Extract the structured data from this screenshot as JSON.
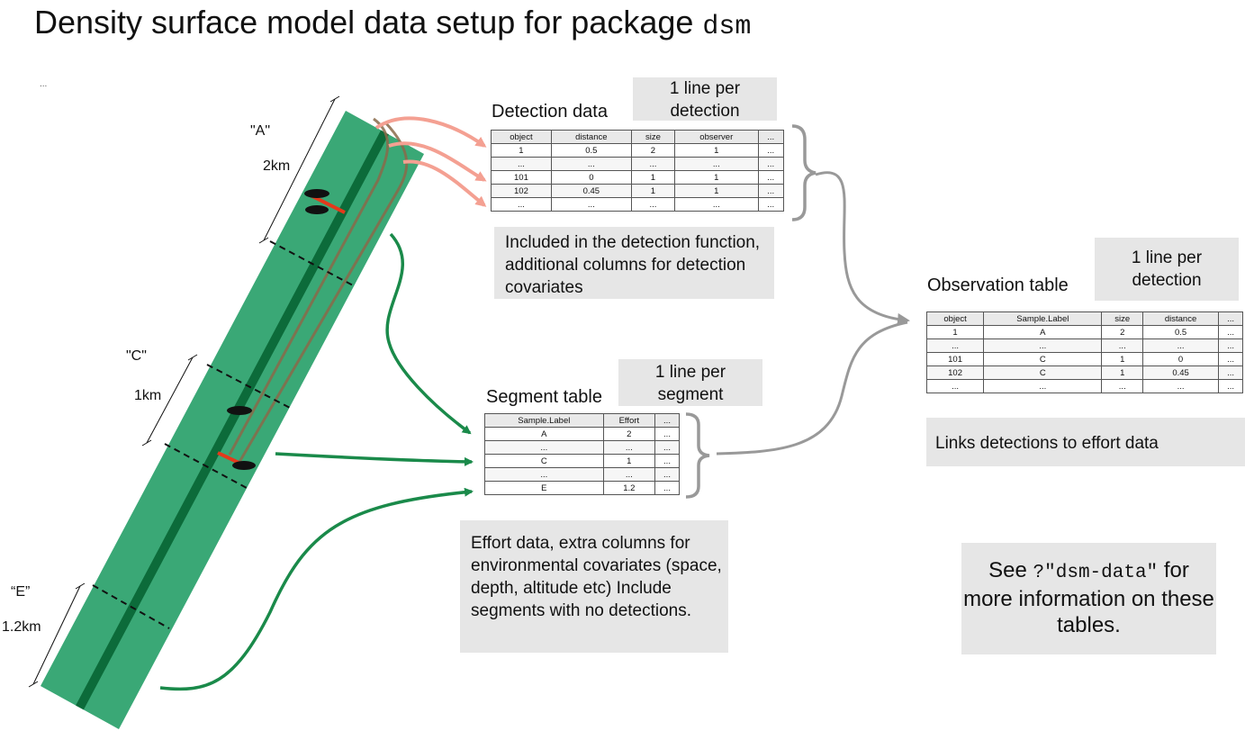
{
  "title": {
    "text": "Density surface model data setup for package",
    "package": "dsm"
  },
  "corner_note": "...",
  "transect": {
    "labels": [
      {
        "name": "\"A\"",
        "length": "2km"
      },
      {
        "name": "\"C\"",
        "length": "1km"
      },
      {
        "name": "“E”",
        "length": "1.2km"
      }
    ]
  },
  "detection": {
    "title": "Detection data",
    "per_line": "1 line per detection",
    "note": "Included in the detection function, additional columns for detection covariates",
    "headers": [
      "object",
      "distance",
      "size",
      "observer",
      "..."
    ],
    "rows": [
      [
        "1",
        "0.5",
        "2",
        "1",
        "..."
      ],
      [
        "...",
        "...",
        "...",
        "...",
        "..."
      ],
      [
        "101",
        "0",
        "1",
        "1",
        "..."
      ],
      [
        "102",
        "0.45",
        "1",
        "1",
        "..."
      ],
      [
        "...",
        "...",
        "...",
        "...",
        "..."
      ]
    ]
  },
  "segment": {
    "title": "Segment table",
    "per_line": "1 line per segment",
    "note": "Effort data, extra columns for environmental covariates (space, depth, altitude etc) Include segments with no detections.",
    "headers": [
      "Sample.Label",
      "Effort",
      "..."
    ],
    "rows": [
      [
        "A",
        "2",
        "..."
      ],
      [
        "...",
        "...",
        "..."
      ],
      [
        "C",
        "1",
        "..."
      ],
      [
        "...",
        "...",
        "..."
      ],
      [
        "E",
        "1.2",
        "..."
      ]
    ]
  },
  "observation": {
    "title": "Observation table",
    "per_line": "1 line per detection",
    "note": "Links detections to effort data",
    "headers": [
      "object",
      "Sample.Label",
      "size",
      "distance",
      "..."
    ],
    "rows": [
      [
        "1",
        "A",
        "2",
        "0.5",
        "..."
      ],
      [
        "...",
        "...",
        "...",
        "...",
        "..."
      ],
      [
        "101",
        "C",
        "1",
        "0",
        "..."
      ],
      [
        "102",
        "C",
        "1",
        "0.45",
        "..."
      ],
      [
        "...",
        "...",
        "...",
        "...",
        "..."
      ]
    ]
  },
  "see_also": {
    "prefix": "See",
    "code": "?\"dsm-data\"",
    "suffix": "for more information on these tables."
  },
  "colors": {
    "strip": "#3aa876",
    "trackline": "#0c6b3a",
    "green_arrow": "#1a8a4a",
    "salmon_arrow": "#f4a092",
    "gray": "#999999",
    "box": "#e6e6e6"
  }
}
